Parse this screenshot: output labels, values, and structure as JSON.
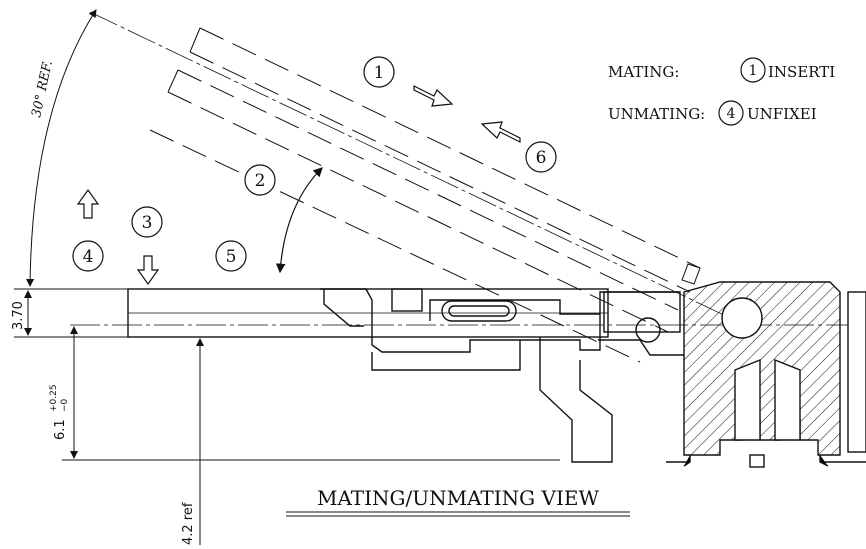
{
  "title": "MATING/UNMATING VIEW",
  "legend": {
    "mating_label": "MATING:",
    "mating_step": "1",
    "mating_text": "INSERTI",
    "unmating_label": "UNMATING:",
    "unmating_step": "4",
    "unmating_text": "UNFIXEI"
  },
  "step_markers": [
    "1",
    "2",
    "3",
    "4",
    "5",
    "6"
  ],
  "dimensions": {
    "angle": "30° REF.",
    "height_1": "3.70",
    "height_2_main": "6.1",
    "tol_plus": "+0.25",
    "tol_minus": "−0",
    "ref_depth": "4.2 ref"
  },
  "colors": {
    "line": "#111111",
    "background": "#ffffff"
  }
}
